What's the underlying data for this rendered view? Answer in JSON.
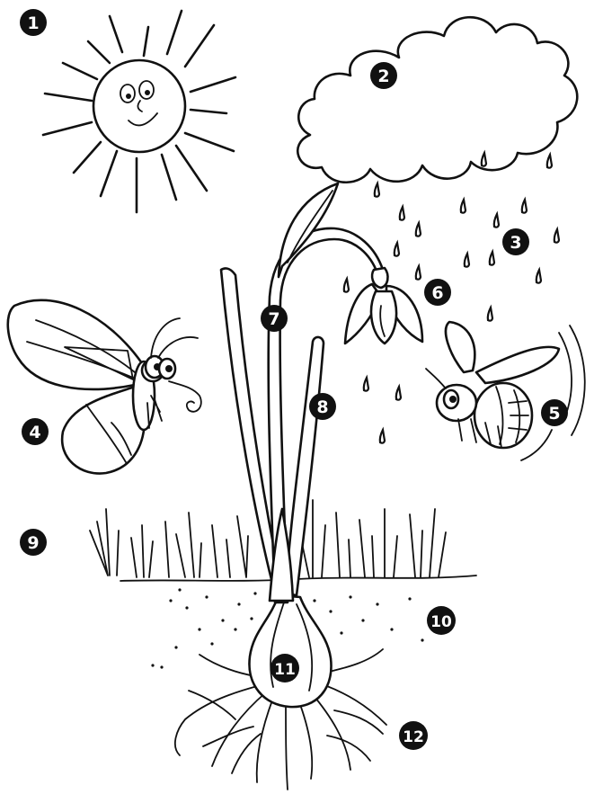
{
  "labels": {
    "sun": "1",
    "cloud": "2",
    "rain": "3",
    "butterfly": "4",
    "bee": "5",
    "flower": "6",
    "stem": "7",
    "leaf": "8",
    "grass": "9",
    "soil": "10",
    "bulb": "11",
    "roots": "12"
  },
  "colors": {
    "ink": "#111111",
    "paper": "#ffffff"
  }
}
